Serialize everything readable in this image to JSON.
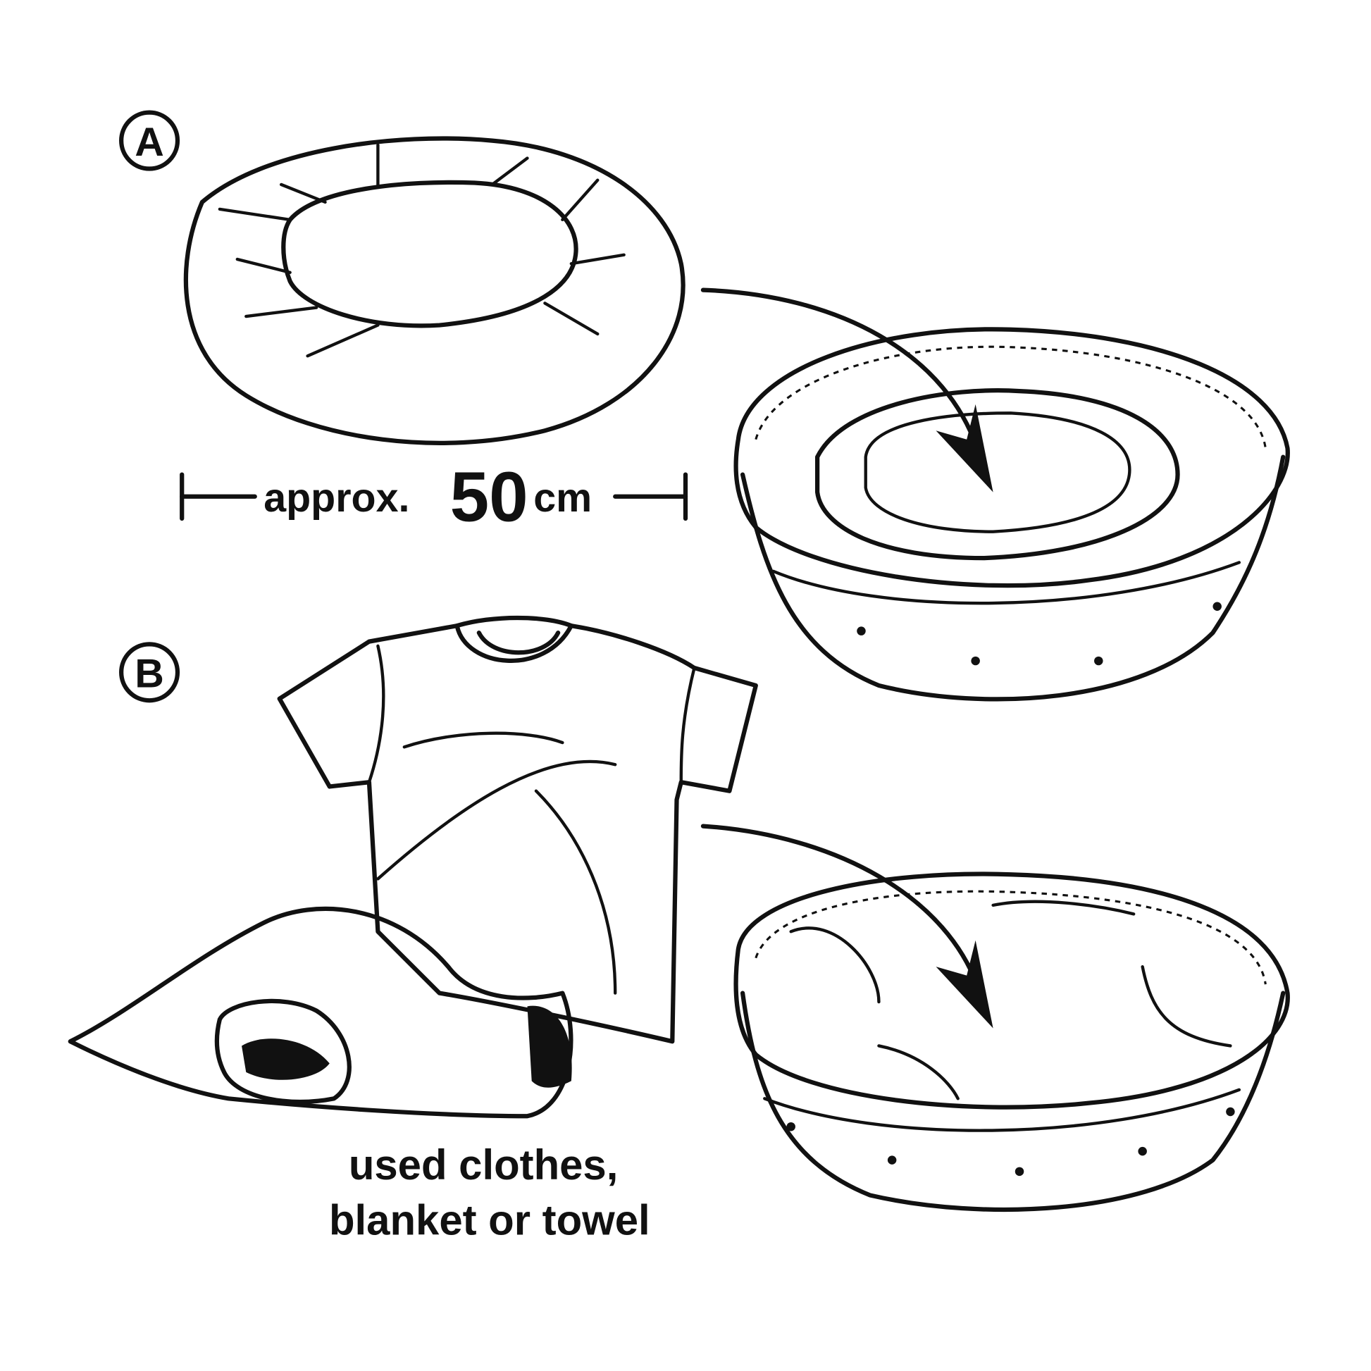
{
  "labels": {
    "step_a": "A",
    "step_b": "B"
  },
  "dimension": {
    "prefix": "approx.",
    "value": "50",
    "unit": "cm"
  },
  "caption": {
    "line1": "used clothes,",
    "line2": "blanket or towel"
  },
  "colors": {
    "ink": "#111111",
    "background": "#ffffff"
  }
}
